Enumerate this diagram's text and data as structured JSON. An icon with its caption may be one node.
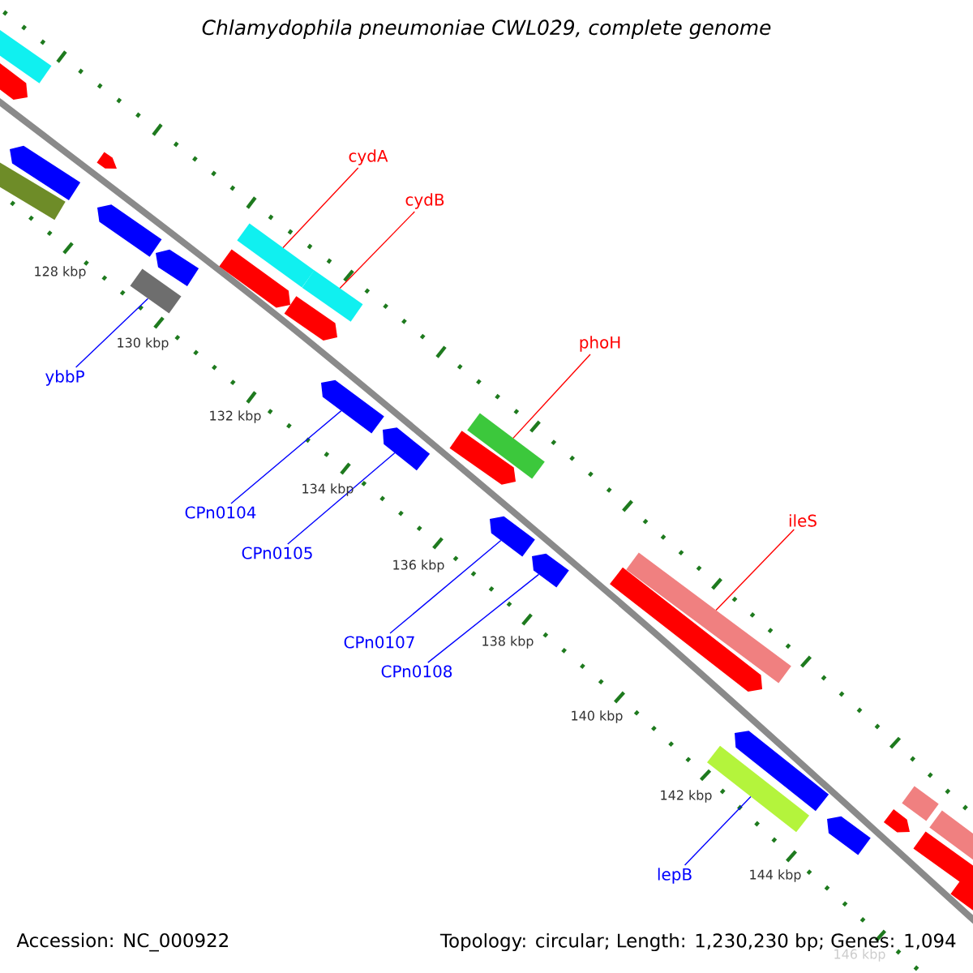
{
  "diagram": {
    "title": "Chlamydophila pneumoniae CWL029, complete genome",
    "nodes": [
      {
        "text": [
          "cydA"
        ]
      },
      {
        "text": [],
        "shape": "bar"
      },
      {
        "text": [
          "cydB"
        ]
      },
      {
        "text": [],
        "shape": "bar"
      },
      {
        "text": [
          "ybbP"
        ]
      },
      {
        "text": [],
        "shape": "bar"
      },
      {
        "text": [
          "phoH"
        ]
      },
      {
        "text": [],
        "shape": "bar"
      },
      {
        "text": [
          "CPn0104"
        ]
      },
      {
        "text": [],
        "shape": "arrow"
      },
      {
        "text": [
          "CPn0105"
        ]
      },
      {
        "text": [],
        "shape": "arrow"
      },
      {
        "text": [
          "ileS"
        ]
      },
      {
        "text": [],
        "shape": "bar"
      },
      {
        "text": [
          "CPn0107"
        ]
      },
      {
        "text": [],
        "shape": "arrow"
      },
      {
        "text": [
          "CPn0108"
        ]
      },
      {
        "text": [],
        "shape": "arrow"
      },
      {
        "text": [
          "lepB"
        ]
      },
      {
        "text": [],
        "shape": "bar"
      },
      {
        "text": [],
        "shape": "bar"
      },
      {
        "text": [],
        "shape": "arrow"
      },
      {
        "text": [],
        "shape": "bar"
      },
      {
        "text": [],
        "shape": "arrow"
      },
      {
        "text": [],
        "shape": "arrow"
      },
      {
        "text": [],
        "shape": "arrow"
      },
      {
        "text": [],
        "shape": "arrow"
      },
      {
        "text": [],
        "shape": "arrow"
      },
      {
        "text": [],
        "shape": "arrow"
      },
      {
        "text": [],
        "shape": "arrow"
      },
      {
        "text": [],
        "shape": "arrow"
      },
      {
        "text": [],
        "shape": "arrow"
      },
      {
        "text": [],
        "shape": "arrow"
      },
      {
        "text": [],
        "shape": "arrow"
      },
      {
        "text": [],
        "shape": "bar"
      },
      {
        "text": [],
        "shape": "arrow"
      },
      {
        "text": [],
        "shape": "bar"
      },
      {
        "text": [],
        "shape": "arrow"
      }
    ],
    "edges": [
      {
        "from": 0,
        "to": 1,
        "arrow": "none",
        "color": "#ff0000"
      },
      {
        "from": 2,
        "to": 3,
        "arrow": "none",
        "color": "#ff0000"
      },
      {
        "from": 4,
        "to": 5,
        "arrow": "none"
      },
      {
        "from": 6,
        "to": 7,
        "arrow": "none",
        "color": "#ff0000"
      },
      {
        "from": 8,
        "to": 9,
        "arrow": "none"
      },
      {
        "from": 10,
        "to": 11,
        "arrow": "none"
      },
      {
        "from": 12,
        "to": 13,
        "arrow": "none",
        "color": "#ff0000"
      },
      {
        "from": 14,
        "to": 15,
        "arrow": "none"
      },
      {
        "from": 16,
        "to": 17,
        "arrow": "none"
      },
      {
        "from": 18,
        "to": 19,
        "arrow": "none"
      }
    ],
    "labels": [
      "128 kbp",
      "130 kbp",
      "132 kbp",
      "134 kbp",
      "136 kbp",
      "138 kbp",
      "140 kbp",
      "142 kbp",
      "144 kbp",
      "146 kbp",
      "Accession: NC_000922",
      "Topology: circular; Length: 1,230,230 bp; Genes: 1,094"
    ]
  }
}
